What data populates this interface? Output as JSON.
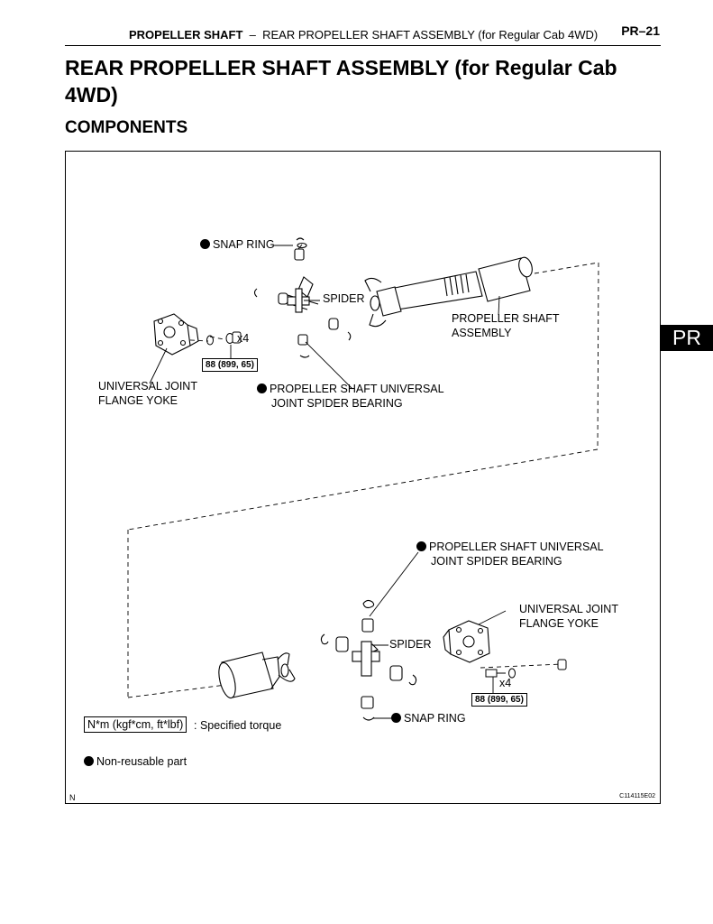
{
  "header": {
    "section": "PROPELLER SHAFT",
    "separator": "–",
    "subsection": "REAR PROPELLER SHAFT ASSEMBLY (for Regular Cab 4WD)",
    "page": "PR–21"
  },
  "title": "REAR PROPELLER SHAFT ASSEMBLY (for Regular Cab 4WD)",
  "subtitle": "COMPONENTS",
  "side_tab": "PR",
  "figure": {
    "labels": {
      "snap_ring_top": "SNAP RING",
      "spider_top": "SPIDER",
      "propeller_shaft_assembly_1": "PROPELLER SHAFT",
      "propeller_shaft_assembly_2": "ASSEMBLY",
      "qty_top": "x4",
      "torque_top": "88 (899, 65)",
      "flange_yoke_left_1": "UNIVERSAL JOINT",
      "flange_yoke_left_2": "FLANGE YOKE",
      "bearing_top_1": "PROPELLER SHAFT UNIVERSAL",
      "bearing_top_2": "JOINT SPIDER BEARING",
      "bearing_bottom_1": "PROPELLER SHAFT UNIVERSAL",
      "bearing_bottom_2": "JOINT SPIDER BEARING",
      "flange_yoke_right_1": "UNIVERSAL JOINT",
      "flange_yoke_right_2": "FLANGE YOKE",
      "spider_bottom": "SPIDER",
      "qty_bottom": "x4",
      "torque_bottom": "88 (899, 65)",
      "snap_ring_bottom": "SNAP RING"
    },
    "legend": {
      "torque_unit": "N*m (kgf*cm, ft*lbf)",
      "torque_desc": ": Specified torque",
      "non_reusable": "Non-reusable part"
    },
    "corner_left": "N",
    "figure_code": "C114115E02"
  }
}
